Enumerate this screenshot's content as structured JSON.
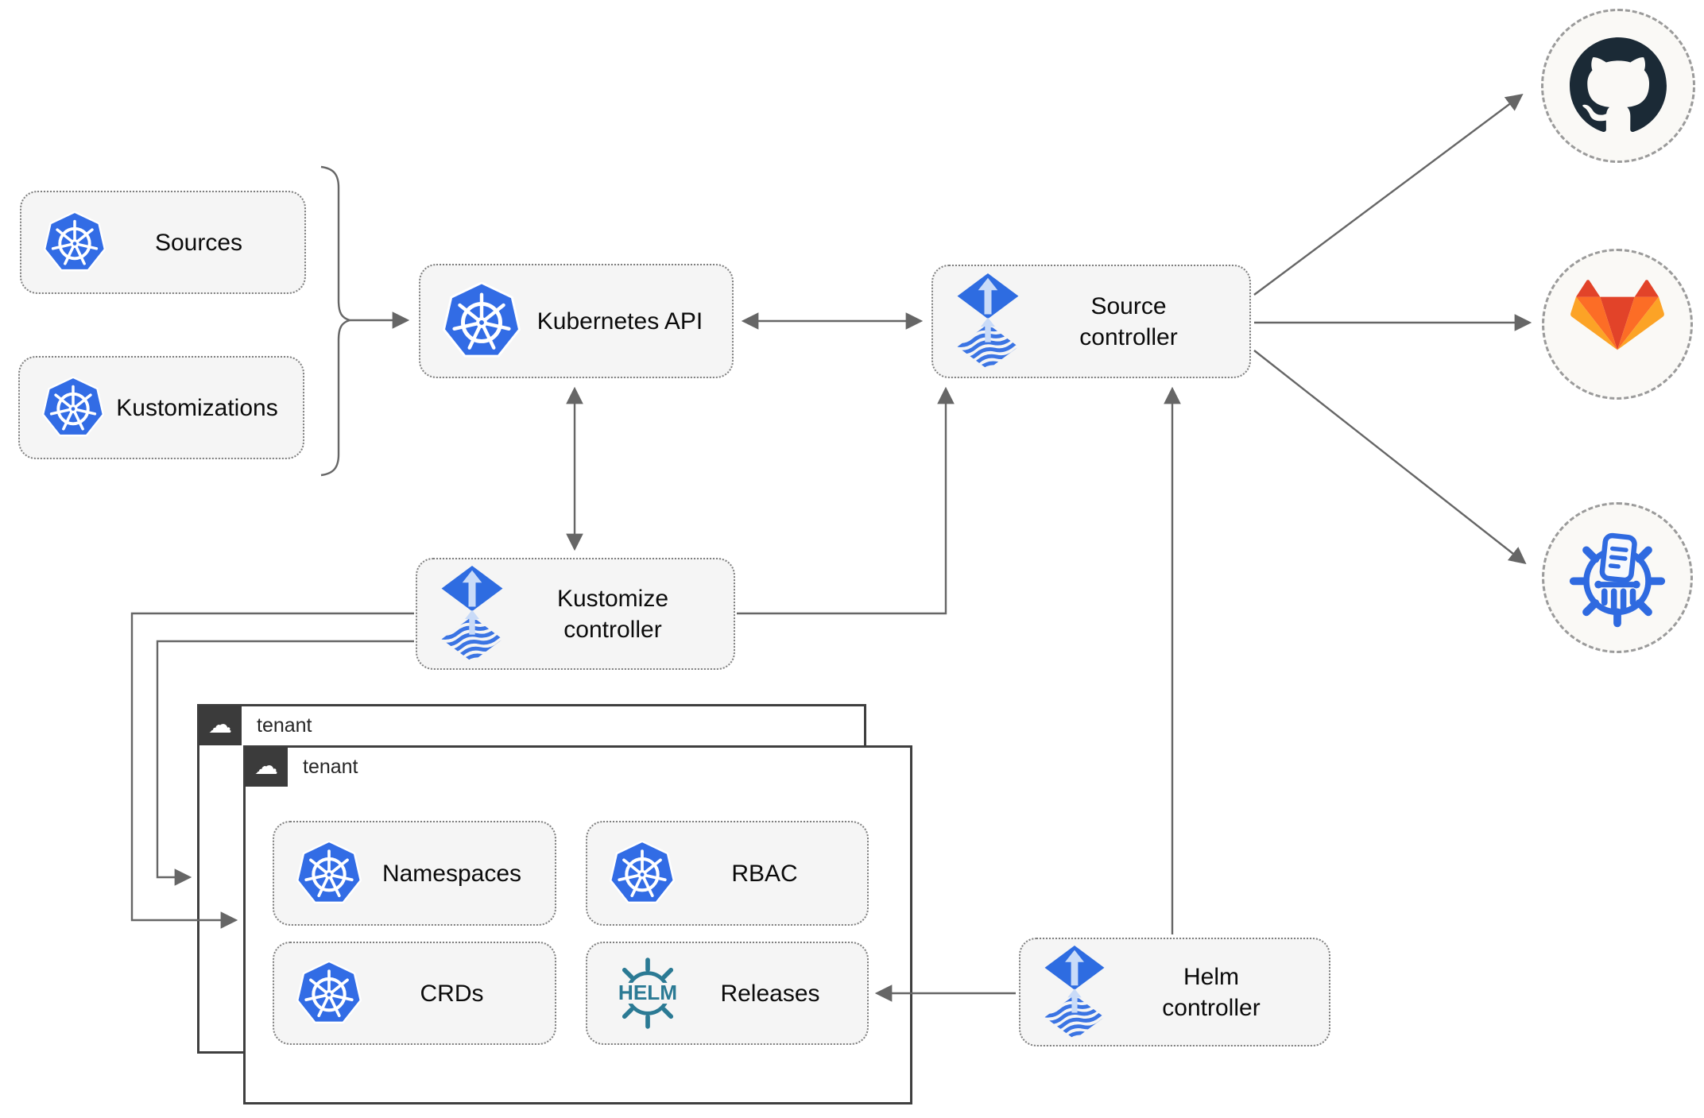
{
  "nodes": {
    "sources": {
      "label": "Sources",
      "icon": "kubernetes-icon"
    },
    "kustomizations": {
      "label": "Kustomizations",
      "icon": "kubernetes-icon"
    },
    "kubernetes_api": {
      "label": "Kubernetes API",
      "icon": "kubernetes-icon"
    },
    "source_controller": {
      "label": "Source controller",
      "icon": "flux-icon"
    },
    "kustomize_controller": {
      "label": "Kustomize controller",
      "icon": "flux-icon"
    },
    "helm_controller": {
      "label": "Helm controller",
      "icon": "flux-icon"
    },
    "namespaces": {
      "label": "Namespaces",
      "icon": "kubernetes-icon"
    },
    "rbac": {
      "label": "RBAC",
      "icon": "kubernetes-icon"
    },
    "crds": {
      "label": "CRDs",
      "icon": "kubernetes-icon"
    },
    "releases": {
      "label": "Releases",
      "icon": "helm-icon",
      "icon_text": "HELM"
    }
  },
  "groups": {
    "tenant_outer": {
      "label": "tenant",
      "icon": "cloud-icon"
    },
    "tenant_inner": {
      "label": "tenant",
      "icon": "cloud-icon"
    }
  },
  "endpoints": {
    "github": {
      "icon": "github-icon"
    },
    "gitlab": {
      "icon": "gitlab-icon"
    },
    "registry": {
      "icon": "harbor-registry-icon"
    }
  },
  "edges": [
    {
      "from": "sources-kustomizations-brace",
      "to": "kubernetes_api",
      "style": "arrow"
    },
    {
      "from": "kubernetes_api",
      "to": "source_controller",
      "style": "double-arrow"
    },
    {
      "from": "kubernetes_api",
      "to": "kustomize_controller",
      "style": "double-arrow"
    },
    {
      "from": "kustomize_controller",
      "to": "source_controller",
      "style": "arrow"
    },
    {
      "from": "helm_controller",
      "to": "source_controller",
      "style": "arrow"
    },
    {
      "from": "kustomize_controller",
      "to": "tenant_inner",
      "style": "arrow"
    },
    {
      "from": "kustomize_controller",
      "to": "tenant_outer",
      "style": "arrow"
    },
    {
      "from": "helm_controller",
      "to": "releases",
      "style": "arrow"
    },
    {
      "from": "source_controller",
      "to": "github",
      "style": "arrow"
    },
    {
      "from": "source_controller",
      "to": "gitlab",
      "style": "arrow"
    },
    {
      "from": "source_controller",
      "to": "registry",
      "style": "arrow"
    }
  ],
  "colors": {
    "node_fill": "#f5f5f5",
    "node_border": "#7f7f7f",
    "connector": "#666666",
    "kubernetes_blue": "#326ce5",
    "flux_blue": "#2e6ce1",
    "flux_light_arrow": "#c9dbf8",
    "helm_teal": "#2b7a94",
    "github_dark": "#1b2a36",
    "gitlab_dark_orange": "#e24329",
    "gitlab_orange": "#fc6d26",
    "gitlab_light_orange": "#fca326",
    "registry_blue": "#2f6ae0",
    "tenant_header_bg": "#3b3b3b",
    "tenant_border": "#3f3f3f"
  }
}
